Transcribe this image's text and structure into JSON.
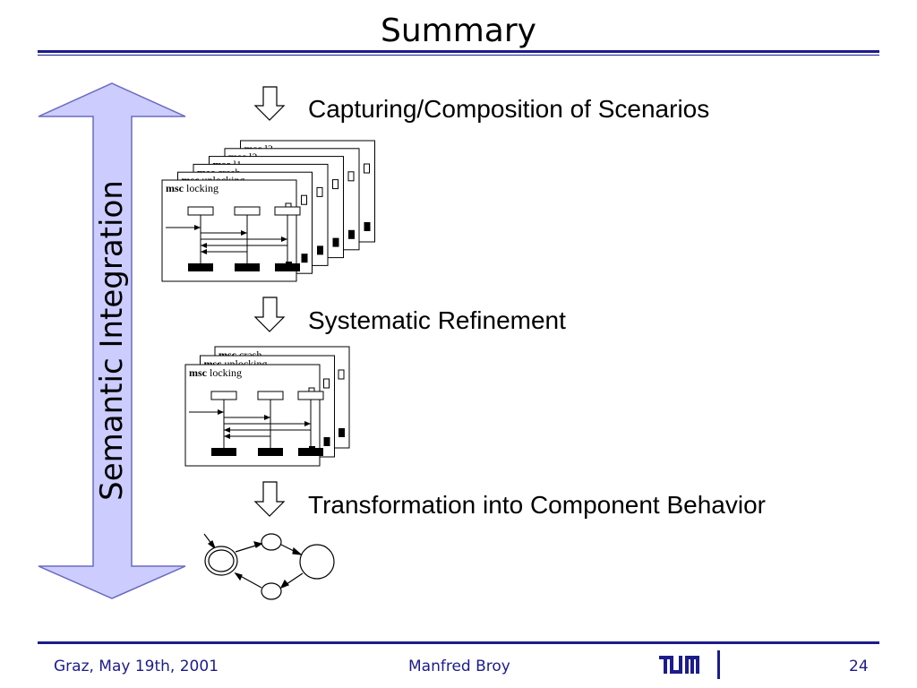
{
  "title": "Summary",
  "side_label": "Semantic Integration",
  "steps": [
    {
      "label": "Capturing/Composition of Scenarios"
    },
    {
      "label": "Systematic Refinement"
    },
    {
      "label": "Transformation into Component Behavior"
    }
  ],
  "msc_stack_1": {
    "keyword": "msc",
    "names": [
      "locking",
      "unlocking",
      "crash",
      "l1",
      "l2",
      "l3"
    ]
  },
  "msc_stack_2": {
    "keyword": "msc",
    "names": [
      "locking",
      "unlocking",
      "crash"
    ]
  },
  "footer": {
    "left": "Graz, May 19th, 2001",
    "center": "Manfred Broy",
    "page": "24",
    "logo": "tum-logo"
  },
  "colors": {
    "accent": "#1c1c8c",
    "arrow_fill": "#ccccff",
    "arrow_stroke": "#6b6bbf"
  }
}
